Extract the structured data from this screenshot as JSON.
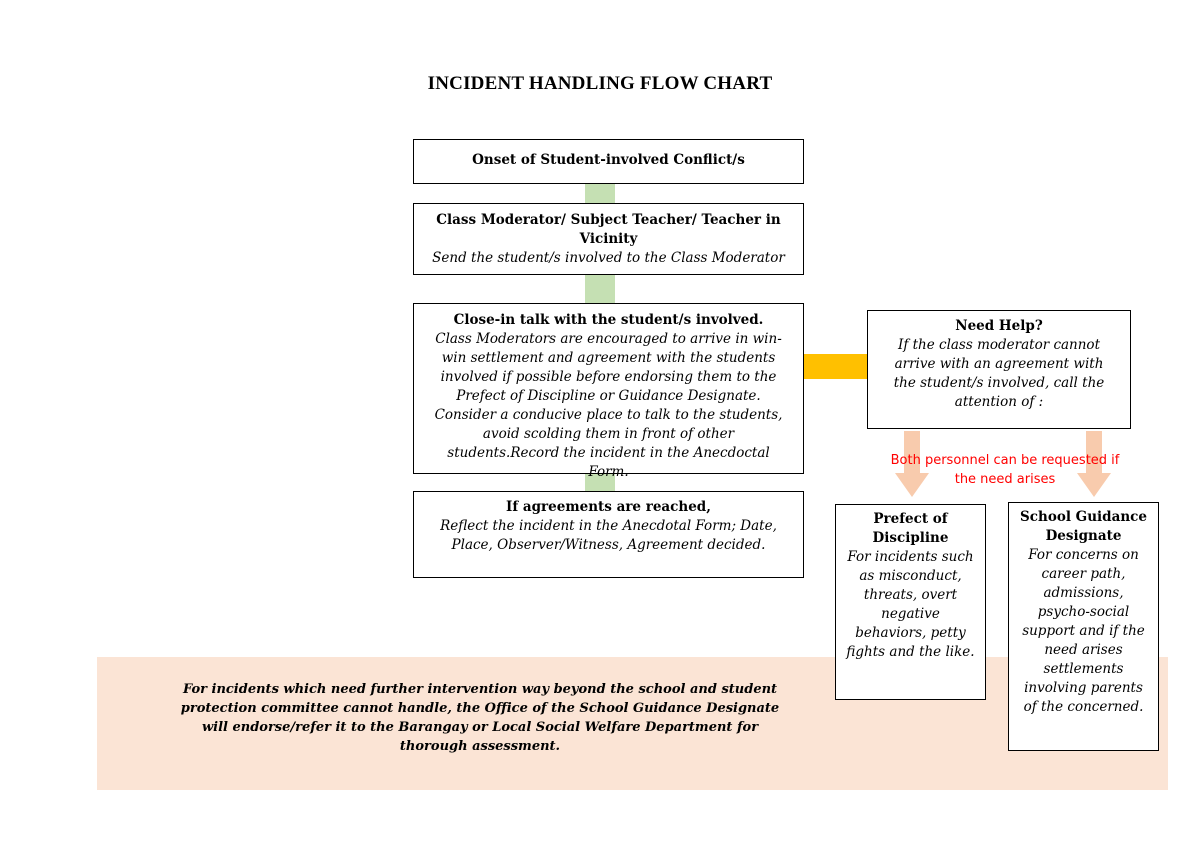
{
  "title": "INCIDENT HANDLING FLOW CHART",
  "colors": {
    "green_connector": "#c5e0b3",
    "orange_connector": "#ffc000",
    "arrow": "#f8cbad",
    "band": "#fbe4d5",
    "red_text": "#ff0000"
  },
  "nodes": {
    "onset": {
      "heading": "Onset of Student-involved Conflict/s"
    },
    "moderator": {
      "heading": "Class Moderator/ Subject Teacher/ Teacher in Vicinity",
      "body": "Send the student/s involved to the Class Moderator"
    },
    "closein": {
      "heading": "Close-in talk with the student/s  involved.",
      "body": "Class Moderators are encouraged to arrive in win-win settlement and agreement with the students involved if possible before endorsing them to the Prefect of Discipline or Guidance Designate. Consider a conducive place to talk to the students, avoid scolding them in front of other students.Record the incident in the Anecdoctal Form."
    },
    "agreements": {
      "heading": "If agreements are reached,",
      "body": "Reflect the incident in the Anecdotal Form; Date, Place, Observer/Witness, Agreement decided."
    },
    "needhelp": {
      "heading": "Need Help?",
      "body": "If the class moderator cannot arrive with an agreement with the student/s involved, call the attention of :"
    },
    "prefect": {
      "heading": "Prefect of Discipline",
      "body": "For incidents such as misconduct, threats, overt negative behaviors, petty fights and the like."
    },
    "guidance": {
      "heading": "School Guidance Designate",
      "body": "For concerns on career path, admissions, psycho-social support and if the need arises settlements involving parents of the concerned."
    }
  },
  "both_personnel_note": "Both personnel can be requested if the need arises",
  "footer_note": "For incidents which need further intervention way beyond the school and student protection committee cannot handle, the Office of the School Guidance Designate will endorse/refer it  to the Barangay or  Local Social Welfare Department for thorough assessment."
}
